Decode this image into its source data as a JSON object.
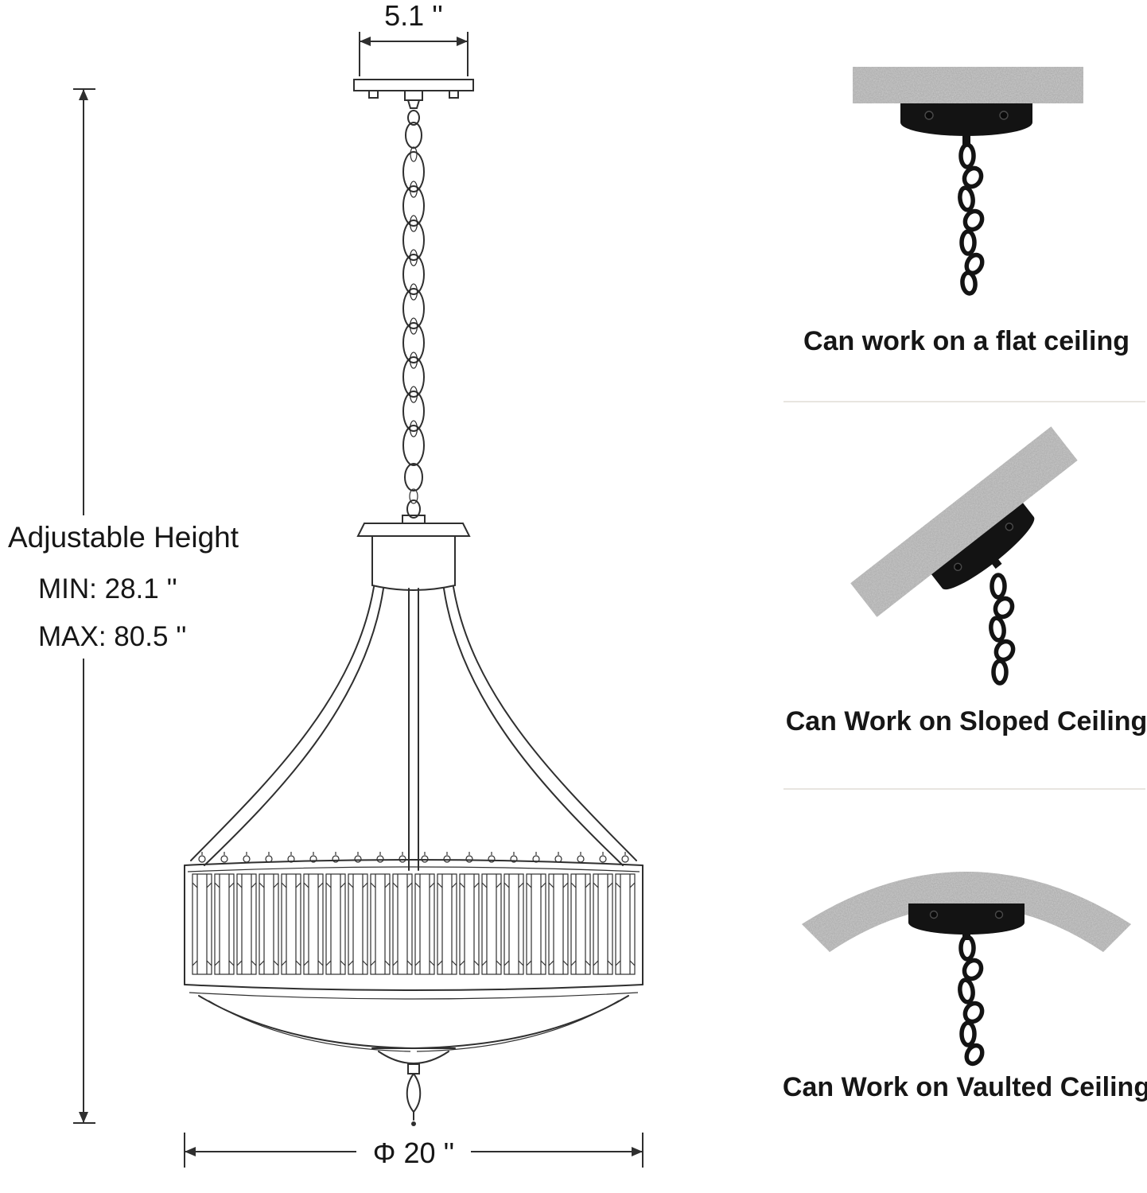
{
  "dimensions": {
    "canopy_width": "5.1 ''",
    "adjustable_height_title": "Adjustable Height",
    "height_min": "MIN:  28.1 ''",
    "height_max": "MAX: 80.5 ''",
    "diameter": "Φ 20 ''"
  },
  "mounting_options": [
    {
      "id": "flat",
      "caption": "Can work on a flat ceiling"
    },
    {
      "id": "sloped",
      "caption": "Can Work on Sloped Ceiling"
    },
    {
      "id": "vaulted",
      "caption": "Can Work on Vaulted Ceiling"
    }
  ],
  "colors": {
    "line_art": "#2f2f2f",
    "fixture_black": "#131313",
    "ceiling_gray": "#c9c9c9",
    "text_color": "#161616",
    "divider": "#e8e5e0"
  }
}
